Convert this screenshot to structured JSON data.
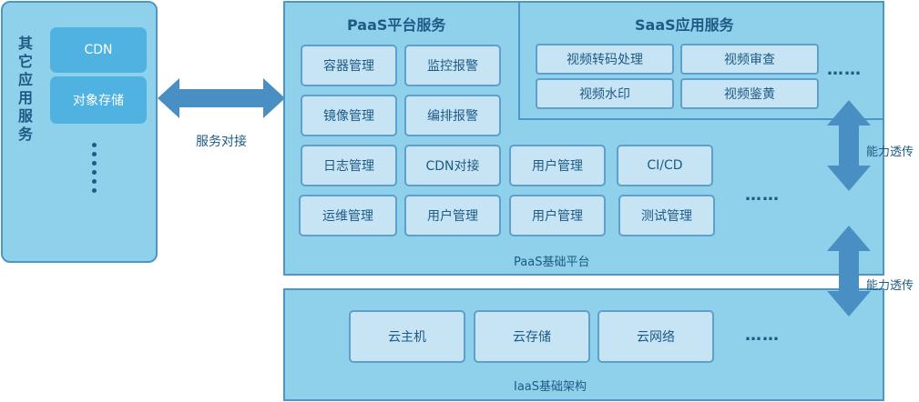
{
  "other_services": {
    "title": "其它应用服务",
    "items": [
      "CDN",
      "对象存储"
    ],
    "more": "……"
  },
  "connector": {
    "label": "服务对接"
  },
  "paas_services": {
    "title": "PaaS平台服务",
    "items": [
      "容器管理",
      "监控报警",
      "镜像管理",
      "编排报警"
    ]
  },
  "saas_services": {
    "title": "SaaS应用服务",
    "items": [
      "视频转码处理",
      "视频审查",
      "视频水印",
      "视频鉴黄"
    ],
    "more": "……"
  },
  "paas_platform": {
    "label": "PaaS基础平台",
    "row1": [
      "日志管理",
      "CDN对接",
      "用户管理",
      "CI/CD"
    ],
    "row2": [
      "运维管理",
      "用户管理",
      "用户管理",
      "测试管理"
    ],
    "more": "……"
  },
  "iaas": {
    "label": "IaaS基础架构",
    "items": [
      "云主机",
      "云存储",
      "云网络"
    ],
    "more": "……"
  },
  "capability": {
    "label_top": "能力透传",
    "label_bottom": "能力透传"
  },
  "colors": {
    "panel_fill": "#8fd0ea",
    "panel_border": "#4a97c8",
    "box_fill": "#c6e4f4",
    "blue_box": "#4fb2e1",
    "arrow": "#4a8fc4",
    "text": "#1f5a85"
  }
}
